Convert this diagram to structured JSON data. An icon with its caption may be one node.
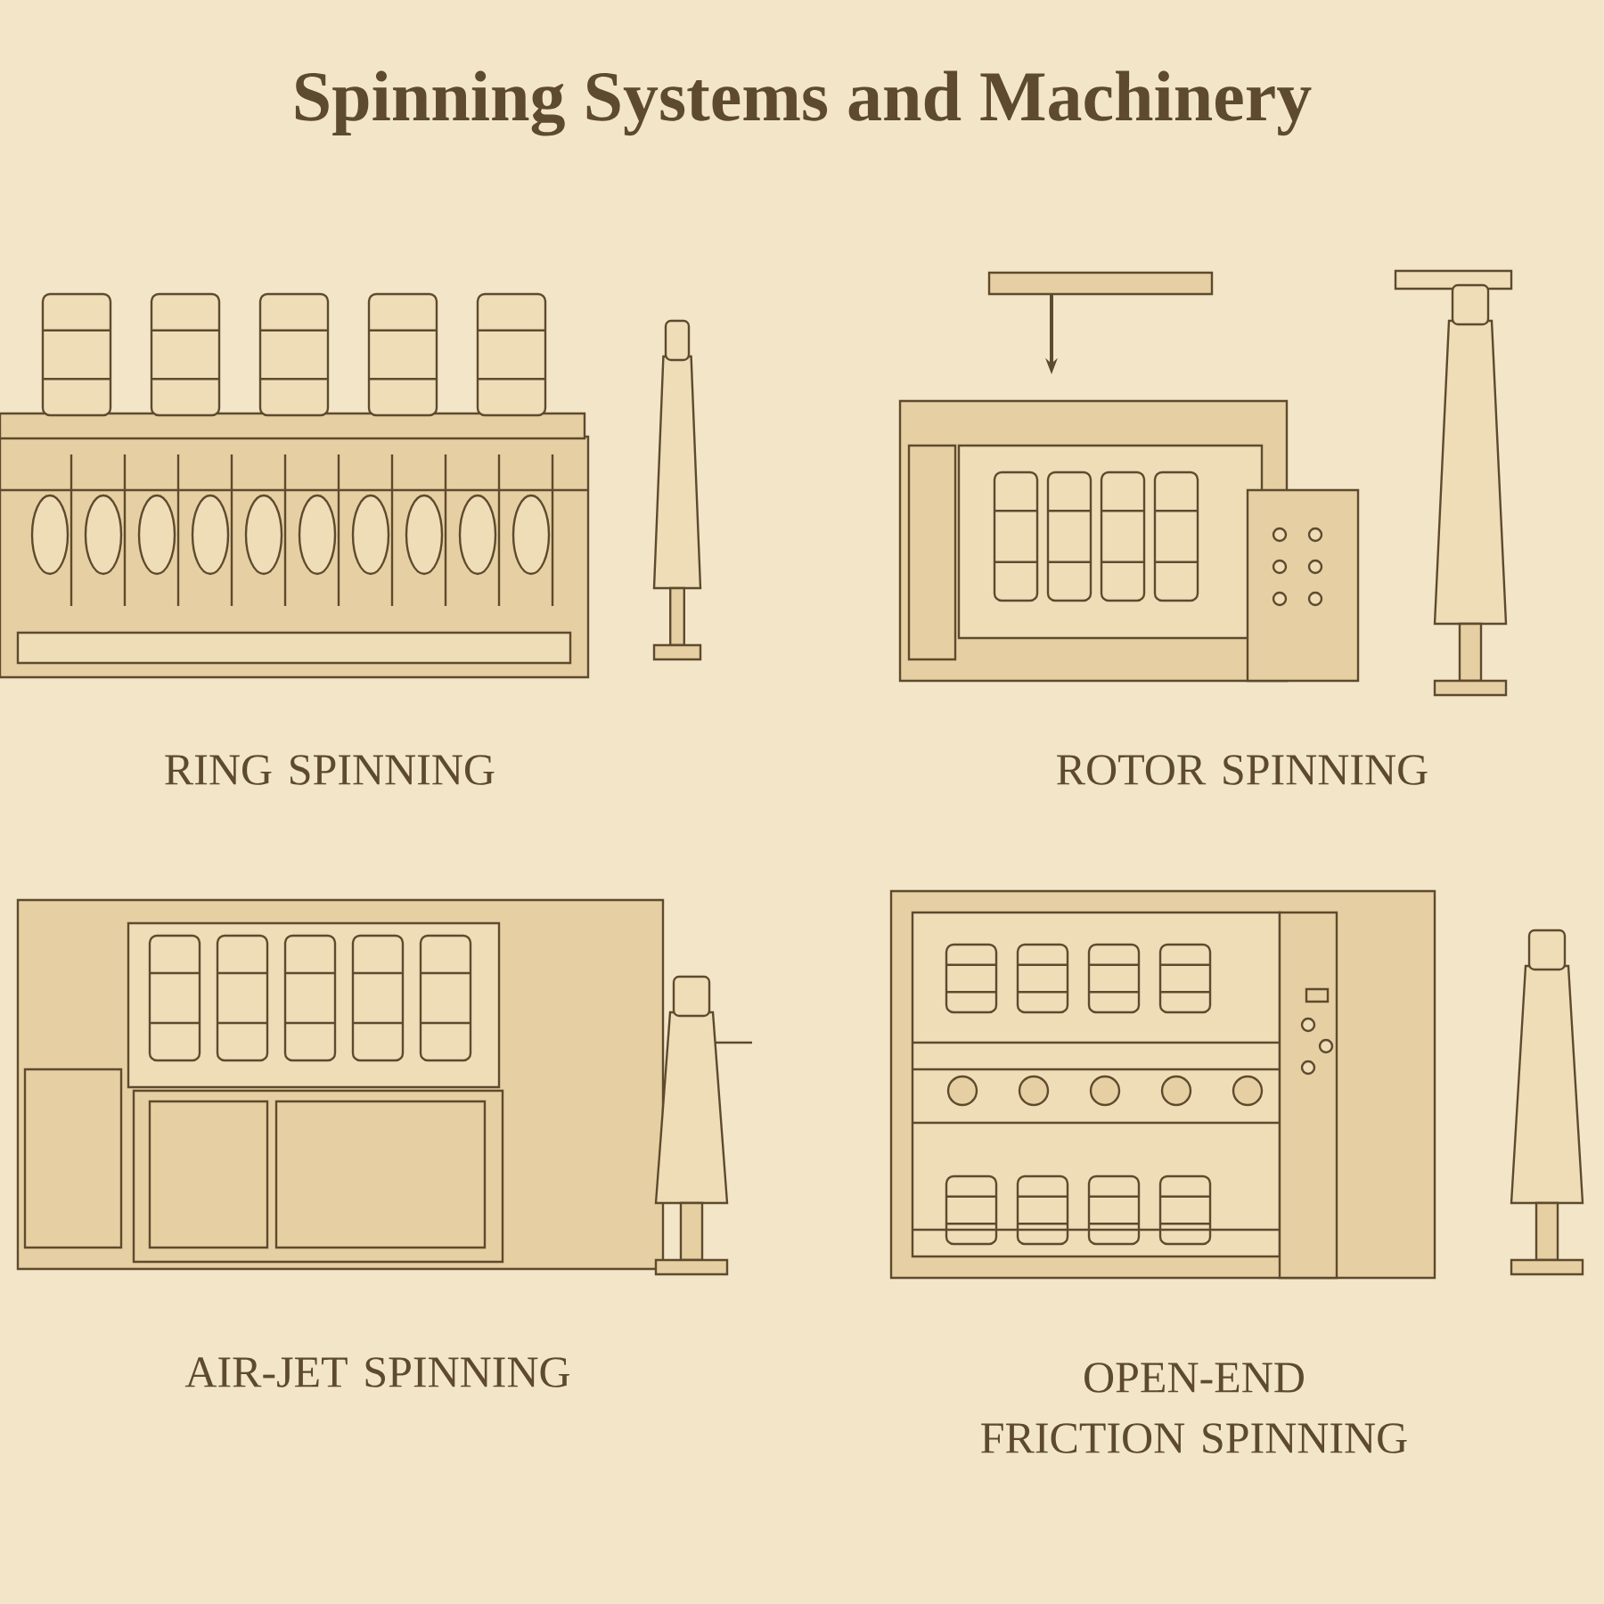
{
  "diagram": {
    "title": "Spinning Systems and Machinery",
    "labels": [
      "RING SPINNING",
      "ROTOR SPINNING",
      "AIR-JET SPINNING",
      "OPEN-END FRICTION SPINNING"
    ]
  }
}
